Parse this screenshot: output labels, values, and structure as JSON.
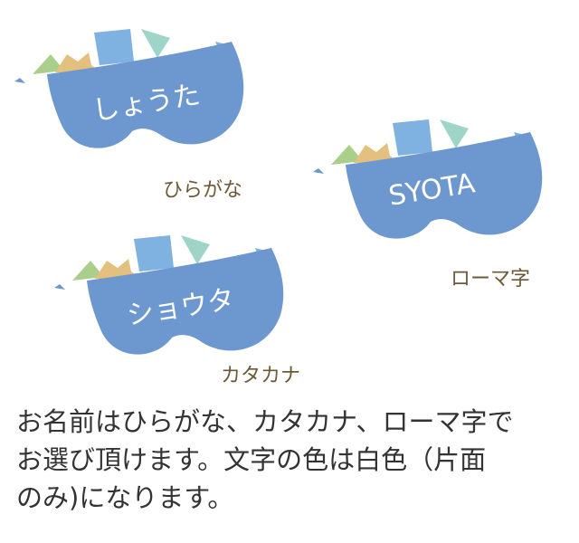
{
  "tags": [
    {
      "text": "しょうた",
      "caption": "ひらがな"
    },
    {
      "text": "SYOTA",
      "caption": "ローマ字"
    },
    {
      "text": "ショウタ",
      "caption": "カタカナ"
    }
  ],
  "description": {
    "lines": [
      "お名前はひらがな、カタカナ、ローマ字で",
      "お選び頂けます。文字の色は白色（片面",
      "のみ)になります。"
    ]
  },
  "colors": {
    "body_blue": "#6d97cf",
    "light_blue": "#7fb2e0",
    "star_tan": "#e3c07e",
    "mint": "#9fd4c8",
    "green_stripe": "#a9cf8a",
    "caption": "#6b5a36",
    "text": "#333333"
  }
}
